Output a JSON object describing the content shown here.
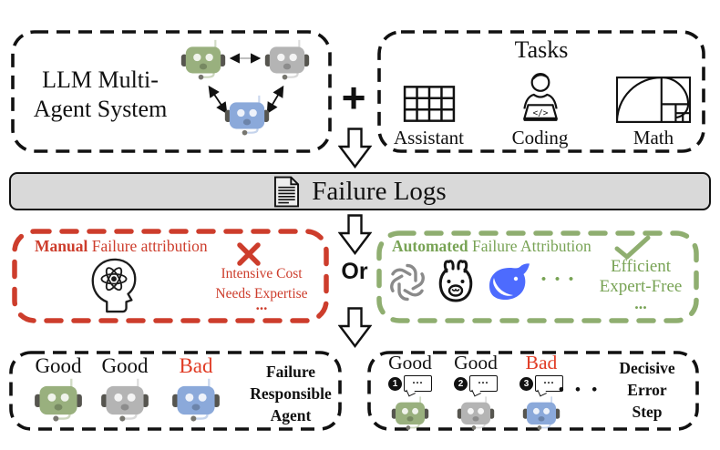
{
  "colors": {
    "red": "#cd3d2c",
    "green-border": "#8fae70",
    "green-text": "#78a355",
    "bar-gray": "#d9d9d9",
    "robot-green": "#99b07e",
    "robot-gray": "#b4b4b4",
    "robot-blue": "#8ba9da",
    "whale-blue": "#4d6bfe",
    "bad-red": "#e03b24"
  },
  "mas_box": {
    "title_line1": "LLM Multi-",
    "title_line2": "Agent System",
    "agent_icons": [
      "green-robot",
      "gray-robot",
      "blue-robot"
    ]
  },
  "plus_sign": "+",
  "tasks_box": {
    "title": "Tasks",
    "items": [
      {
        "label": "Assistant",
        "icon": "table-grid"
      },
      {
        "label": "Coding",
        "icon": "person-laptop"
      },
      {
        "label": "Math",
        "icon": "golden-ratio"
      }
    ],
    "coding_icon_text": "</>"
  },
  "failure_logs_bar": {
    "label": "Failure Logs"
  },
  "flow": {
    "or_label": "Or"
  },
  "manual_box": {
    "title_bold": "Manual",
    "title_rest": " Failure attribution",
    "notes": [
      "Intensive Cost",
      "Needs Expertise"
    ],
    "ellipsis": "..."
  },
  "auto_box": {
    "title_bold": "Automated",
    "title_rest": " Failure Attribution",
    "model_icons": [
      "openai-logo",
      "llama-logo",
      "deepseek-whale"
    ],
    "models_ellipsis": "• • •",
    "benefits": [
      "Efficient",
      "Expert-Free"
    ],
    "ellipsis": "..."
  },
  "bottom_left_box": {
    "agents": [
      {
        "label": "Good",
        "status": "good"
      },
      {
        "label": "Good",
        "status": "good"
      },
      {
        "label": "Bad",
        "status": "bad"
      }
    ],
    "caption": [
      "Failure",
      "Responsible",
      "Agent"
    ]
  },
  "bottom_right_box": {
    "agents": [
      {
        "label": "Good",
        "step": "1",
        "bubble": "...",
        "status": "good"
      },
      {
        "label": "Good",
        "step": "2",
        "bubble": "...",
        "status": "good"
      },
      {
        "label": "Bad",
        "step": "3",
        "bubble": "...",
        "status": "bad"
      }
    ],
    "ellipsis": "• • •",
    "caption": [
      "Decisive",
      "Error",
      "Step"
    ]
  }
}
